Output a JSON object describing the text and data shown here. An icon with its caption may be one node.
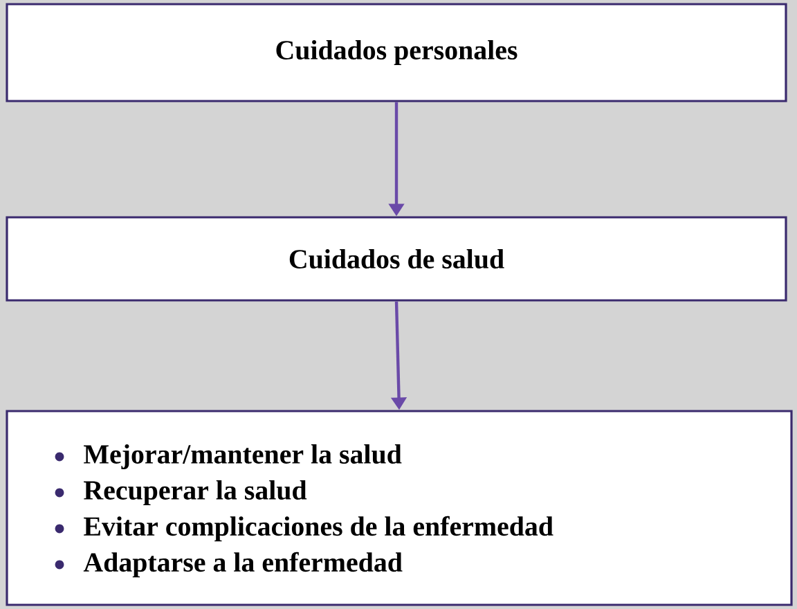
{
  "diagram": {
    "nodes": [
      {
        "text": [
          "Cuidados personales"
        ]
      },
      {
        "text": [
          "Cuidados de salud"
        ]
      },
      {
        "text": [
          "Mejorar/mantener la salud",
          "Recuperar la salud",
          "Evitar complicaciones de la enfermedad",
          "Adaptarse a la enfermedad"
        ]
      }
    ],
    "edges": [
      {
        "from": 0,
        "to": 1,
        "arrow": "to"
      },
      {
        "from": 1,
        "to": 2,
        "arrow": "to"
      }
    ]
  }
}
